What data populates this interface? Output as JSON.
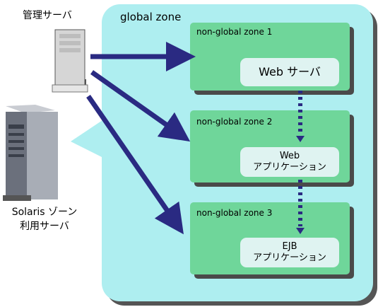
{
  "manager_server": {
    "label": "管理サーバ"
  },
  "solaris_server": {
    "label_line1": "Solaris ゾーン",
    "label_line2": "利用サーバ"
  },
  "global_zone": {
    "label": "global zone"
  },
  "zones": [
    {
      "title": "non-global zone 1",
      "app_line1": "Web サーバ",
      "app_line2": ""
    },
    {
      "title": "non-global zone 2",
      "app_line1": "Web",
      "app_line2": "アプリケーション"
    },
    {
      "title": "non-global zone 3",
      "app_line1": "EJB",
      "app_line2": "アプリケーション"
    }
  ],
  "colors": {
    "global_zone_fill": "#aeeef0",
    "zone_fill": "#6fd69a",
    "app_box_fill": "#dff3f1",
    "arrow": "#2a2a82"
  }
}
